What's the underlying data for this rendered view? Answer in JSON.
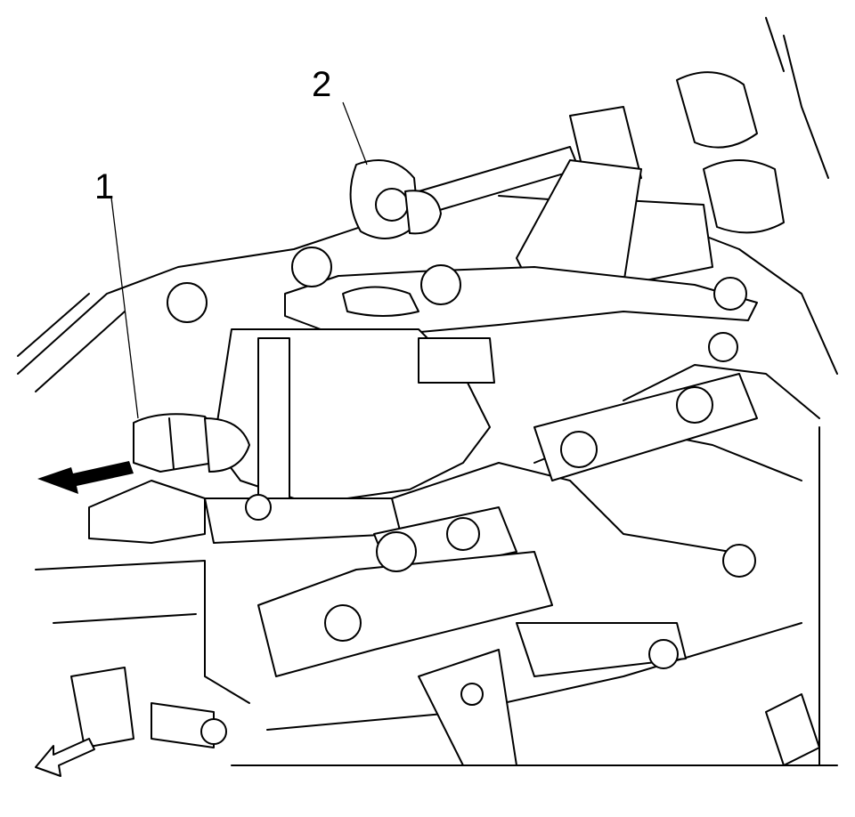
{
  "diagram": {
    "callouts": [
      {
        "id": "1",
        "label": "1"
      },
      {
        "id": "2",
        "label": "2"
      }
    ],
    "colors": {
      "line": "#000000",
      "background": "#ffffff"
    },
    "icons": [
      "push-direction-arrow-icon",
      "front-direction-arrow-icon"
    ]
  }
}
